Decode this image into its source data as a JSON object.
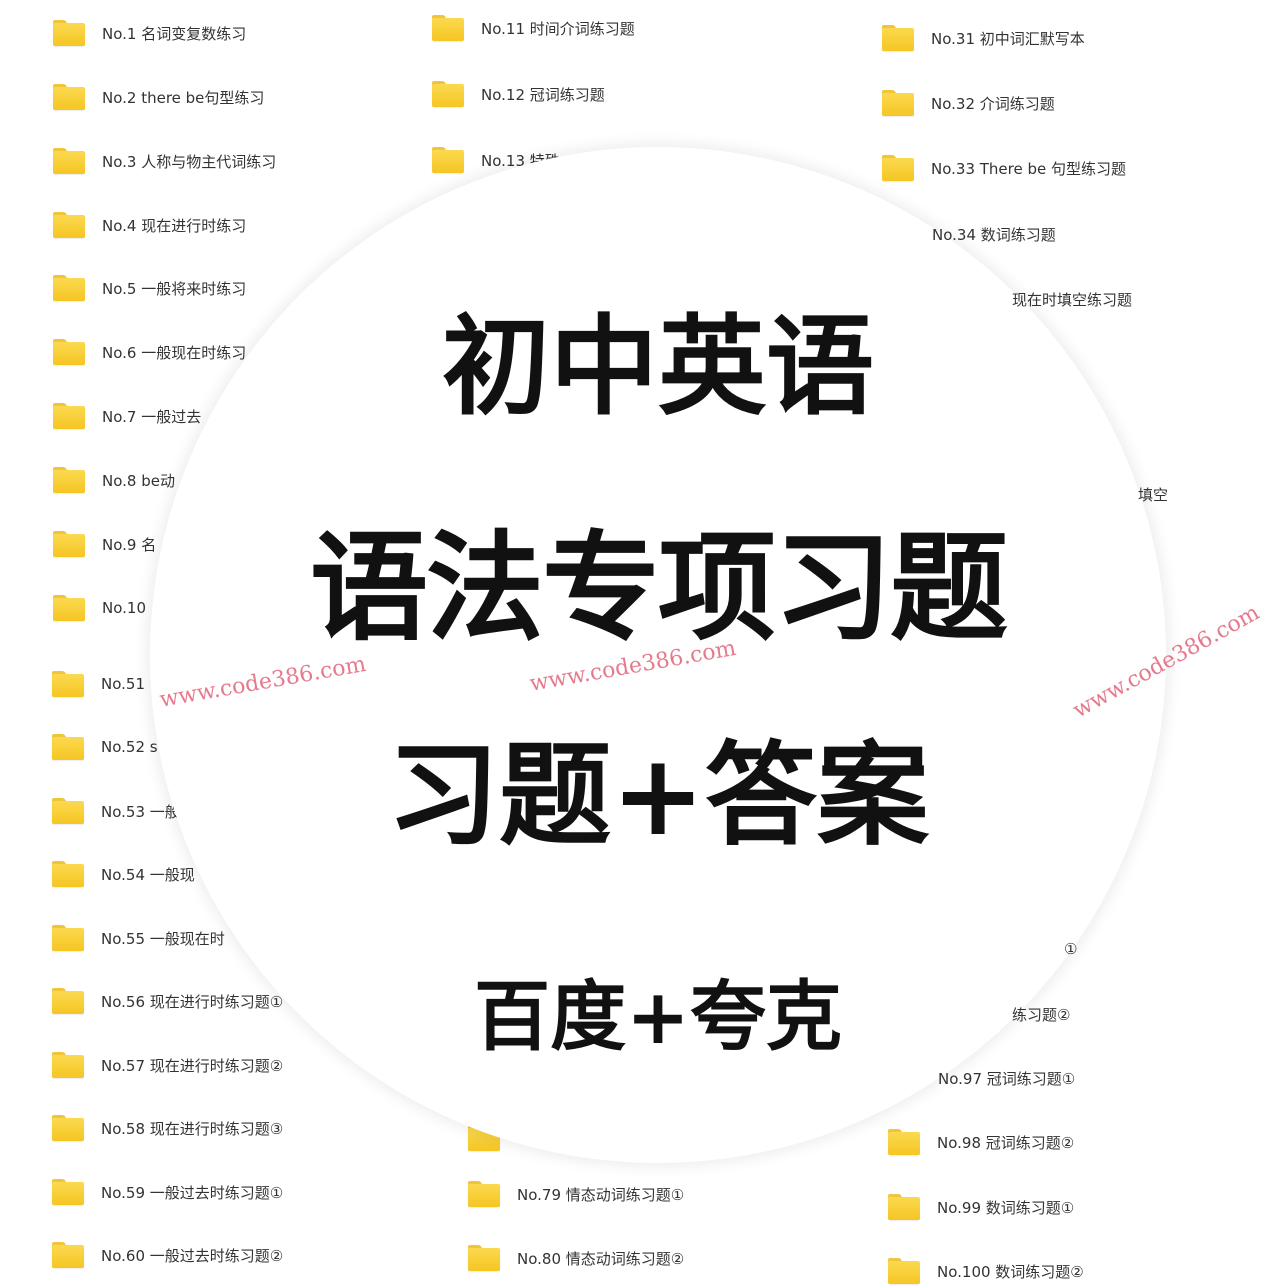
{
  "left_column": [
    "No.1 名词变复数练习",
    "No.2 there be句型练习",
    "No.3 人称与物主代词练习",
    "No.4 现在进行时练习",
    "No.5 一般将来时练习",
    "No.6 一般现在时练习",
    "No.7 一般过去",
    "No.8 be动",
    "No.9 名",
    "No.10",
    "No.51",
    "No.52 s",
    "No.53 一般",
    "No.54 一般现",
    "No.55 一般现在时",
    "No.56 现在进行时练习题①",
    "No.57 现在进行时练习题②",
    "No.58 现在进行时练习题③",
    "No.59 一般过去时练习题①",
    "No.60 一般过去时练习题②"
  ],
  "middle_column": [
    "No.11 时间介词练习题",
    "No.12 冠词练习题",
    "No.13 特殊",
    "No.79 情态动词练习题①",
    "No.80 情态动词练习题②"
  ],
  "right_column": [
    "No.31 初中词汇默写本",
    "No.32 介词练习题",
    "No.33 There be 句型练习题",
    "No.34 数词练习题",
    "现在时填空练习题",
    "填空",
    "①",
    "练习题②",
    "No.97 冠词练习题①",
    "No.98 冠词练习题②",
    "No.99 数词练习题①",
    "No.100 数词练习题②"
  ],
  "overlay": {
    "line1": "初中英语",
    "line2": "语法专项习题",
    "line3": "习题+答案",
    "line4": "百度+夸克"
  },
  "watermark": "www.code386.com",
  "colors": {
    "folder": "#f5c623",
    "watermark": "#e2637a",
    "title": "#111111"
  }
}
